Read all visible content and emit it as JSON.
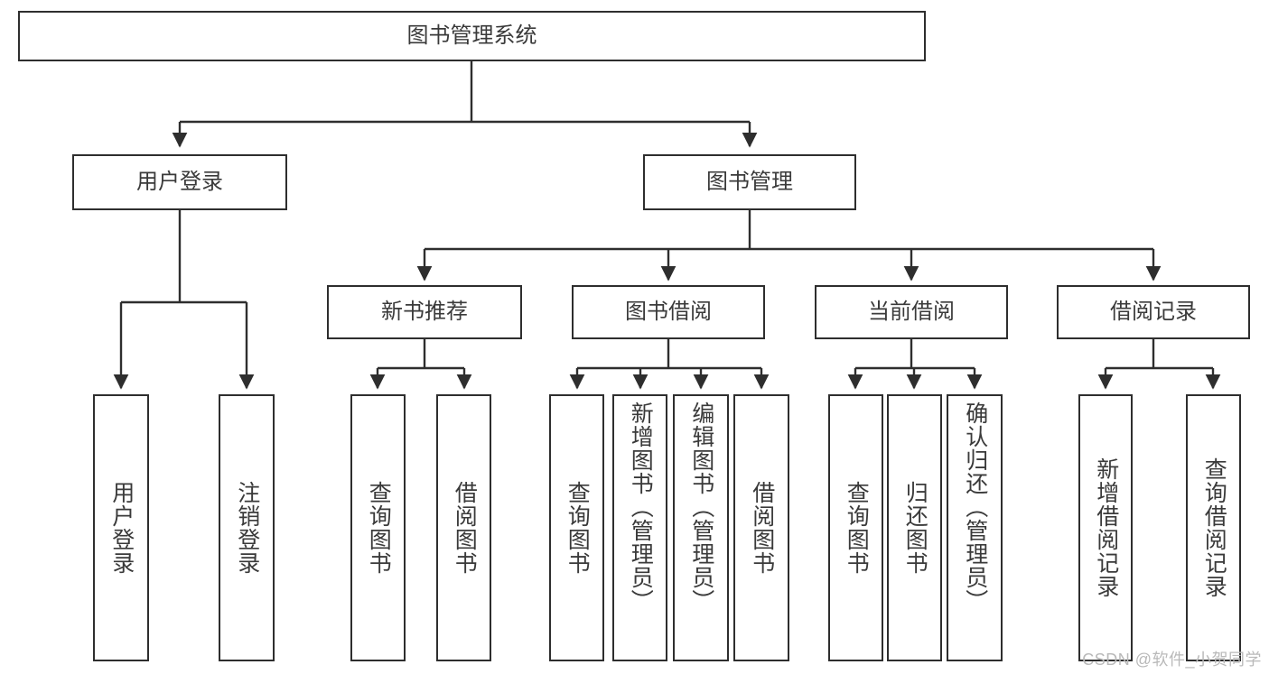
{
  "diagram": {
    "title": "图书管理系统",
    "type": "tree-hierarchy-diagram",
    "colors": {
      "stroke": "#2e2e2e",
      "fill": "#ffffff",
      "text": "#3a3a3a",
      "watermark": "#b9b9b9"
    },
    "root": {
      "label": "图书管理系统"
    },
    "level2": [
      {
        "label": "用户登录"
      },
      {
        "label": "图书管理"
      }
    ],
    "level3": [
      {
        "label": "新书推荐"
      },
      {
        "label": "图书借阅"
      },
      {
        "label": "当前借阅"
      },
      {
        "label": "借阅记录"
      }
    ],
    "leaves": {
      "user_login": [
        {
          "label": "用户登录"
        },
        {
          "label": "注销登录"
        }
      ],
      "new_book": [
        {
          "label": "查询图书"
        },
        {
          "label": "借阅图书"
        }
      ],
      "book_borrow": [
        {
          "label": "查询图书"
        },
        {
          "label": "新增图书（管理员）"
        },
        {
          "label": "编辑图书（管理员）"
        },
        {
          "label": "借阅图书"
        }
      ],
      "current_borrow": [
        {
          "label": "查询图书"
        },
        {
          "label": "归还图书"
        },
        {
          "label": "确认归还（管理员）"
        }
      ],
      "borrow_record": [
        {
          "label": "新增借阅记录"
        },
        {
          "label": "查询借阅记录"
        }
      ]
    }
  },
  "watermark": {
    "text": "CSDN @软件_小贺同学"
  }
}
